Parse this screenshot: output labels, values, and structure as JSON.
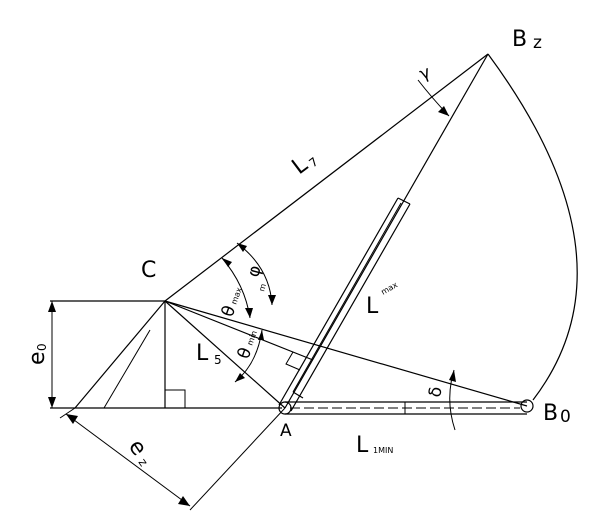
{
  "points": {
    "A": "A",
    "B0": "B",
    "B0_sub": "0",
    "Bz": "B",
    "Bz_sub": "z",
    "C": "C"
  },
  "lengths": {
    "L7": "L",
    "L7_sub": "7",
    "L5": "L",
    "L5_sub": "5",
    "Lmax": "L",
    "Lmax_sub": "max",
    "L1min": "L",
    "L1min_sub": "1MIN"
  },
  "offsets": {
    "e0": "e",
    "e0_sub": "0",
    "ez": "e",
    "ez_sub": "z"
  },
  "angles": {
    "gamma": "γ",
    "phi": "φ",
    "phi_sub": "m",
    "theta_max": "θ",
    "theta_max_sub": "max",
    "theta_min": "θ",
    "theta_min_sub": "min",
    "delta": "δ"
  }
}
